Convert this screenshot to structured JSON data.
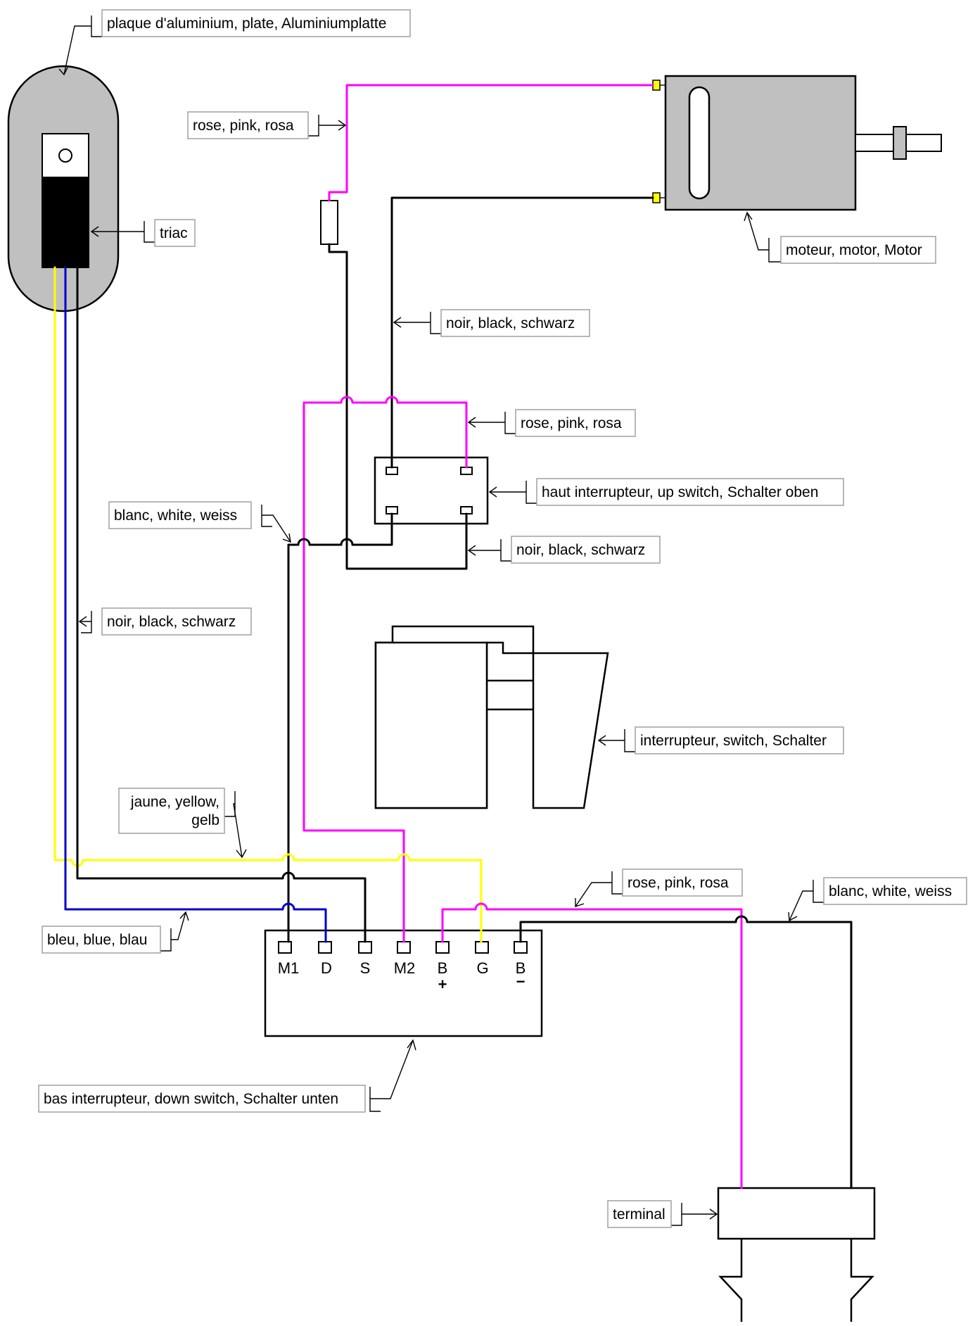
{
  "labels": {
    "plate": "plaque d'aluminium, plate, Aluminiumplatte",
    "triac": "triac",
    "pink_top": "rose, pink, rosa",
    "motor": "moteur, motor, Motor",
    "black_motor": "noir, black, schwarz",
    "pink_up": "rose, pink, rosa",
    "up_switch": "haut interrupteur, up switch, Schalter oben",
    "white_left": "blanc, white, weiss",
    "black_up": "noir, black, schwarz",
    "black_triac": "noir, black, schwarz",
    "switch": "interrupteur, switch, Schalter",
    "yellow_line1": "jaune, yellow,",
    "yellow_line2": "gelb",
    "pink_bottom": "rose, pink, rosa",
    "white_right": "blanc, white, weiss",
    "blue": "bleu, blue, blau",
    "down_switch": "bas interrupteur, down switch, Schalter unten",
    "terminal": "terminal"
  },
  "terminals": {
    "m1": "M1",
    "d": "D",
    "s": "S",
    "m2": "M2",
    "b_plus": "B",
    "b_plus_sign": "+",
    "g": "G",
    "b_minus": "B",
    "b_minus_sign": "−"
  },
  "colors": {
    "pink": "#ff00ff",
    "black": "#000000",
    "yellow": "#ffff00",
    "blue": "#0000cc",
    "white_wire": "#000000",
    "plate_fill": "#c0c0c0",
    "motor_fill": "#c0c0c0",
    "connector_fill": "#ffff00"
  }
}
